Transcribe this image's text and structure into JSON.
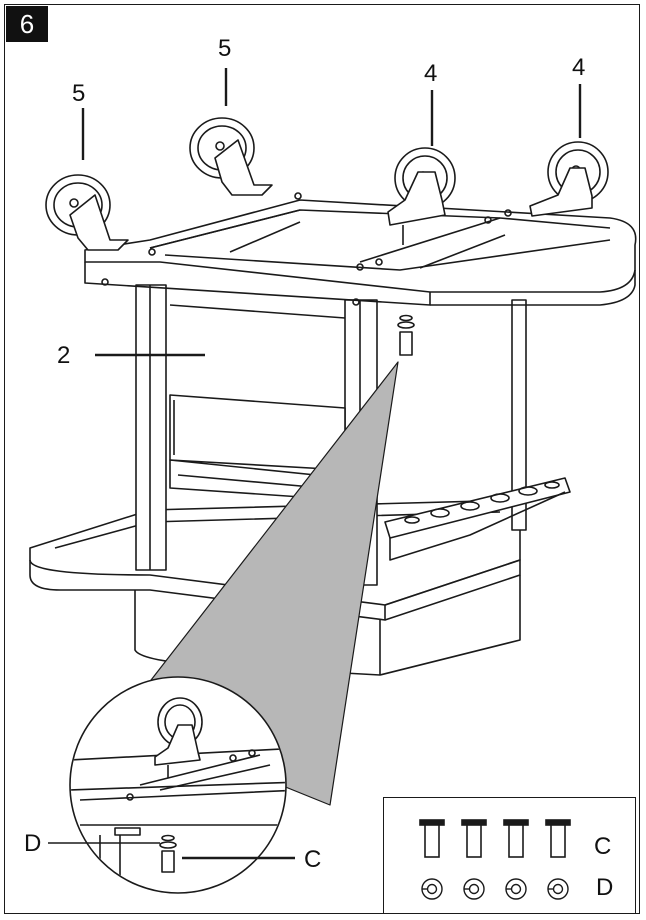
{
  "step_number": "6",
  "labels": {
    "caster_a": "5",
    "caster_b": "5",
    "caster_c": "4",
    "caster_d": "4",
    "frame": "2",
    "detail_d": "D",
    "detail_c": "C"
  },
  "parts": {
    "bolt_label": "C",
    "washer_label": "D",
    "bolt_count": 4,
    "washer_count": 4
  },
  "colors": {
    "line": "#1a1a1a",
    "callout_fill": "#b7b7b7",
    "badge_bg": "#111111",
    "badge_text": "#ffffff"
  }
}
